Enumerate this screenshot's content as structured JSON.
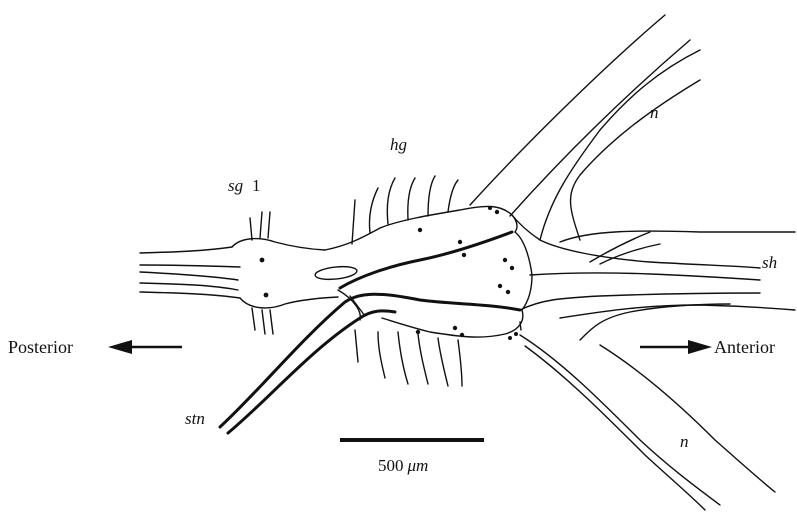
{
  "labels": {
    "hg": "hg",
    "sg": "sg",
    "sg_num": "1",
    "n_top": "n",
    "n_bottom": "n",
    "sh": "sh",
    "stn": "stn",
    "posterior": "Posterior",
    "anterior": "Anterior"
  },
  "scale_bar": {
    "value": "500",
    "unit": "μm"
  },
  "colors": {
    "ink": "#111111",
    "background": "#ffffff"
  },
  "icons": {
    "left_arrow": "left-arrow-icon",
    "right_arrow": "right-arrow-icon"
  }
}
